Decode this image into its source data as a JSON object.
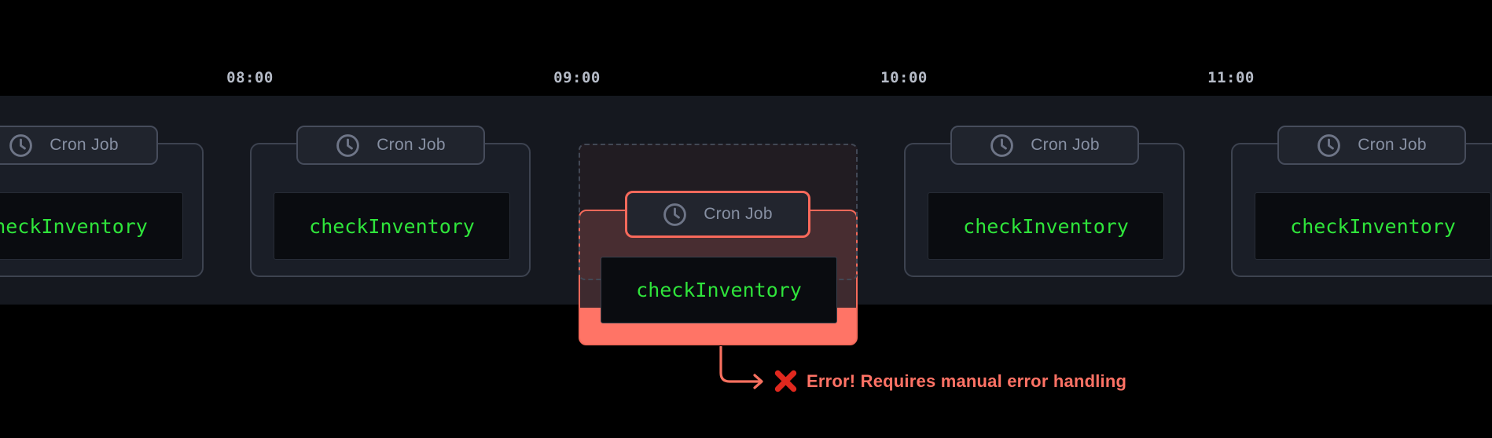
{
  "timeline": {
    "time_labels": [
      "08:00",
      "09:00",
      "10:00",
      "11:00"
    ],
    "slots": [
      {
        "status": "ok",
        "badge_label": "Cron Job",
        "code": "checkInventory"
      },
      {
        "status": "ok",
        "badge_label": "Cron Job",
        "code": "checkInventory"
      },
      {
        "status": "error",
        "badge_label": "Cron Job",
        "code": "checkInventory"
      },
      {
        "status": "ok",
        "badge_label": "Cron Job",
        "code": "checkInventory"
      },
      {
        "status": "ok",
        "badge_label": "Cron Job",
        "code": "checkInventory"
      }
    ]
  },
  "error_callout": {
    "icon": "cross-mark-icon",
    "text": "Error! Requires manual error handling"
  },
  "icons": {
    "badge_icon": "clock-icon"
  },
  "colors": {
    "page_background": "#000000",
    "timeline_band": "#15181f",
    "card_border": "#3d4350",
    "card_background": "#1a1e27",
    "badge_border": "#464c5b",
    "badge_text": "#8790a3",
    "code_background": "#0a0c10",
    "code_green": "#2fe43b",
    "time_label_gray": "#b6bcc8",
    "error_salmon": "#f8695b",
    "error_fill_bright": "#ff7466",
    "error_fill_muted": "#3e2a2f",
    "cross_red": "#e0281e"
  }
}
